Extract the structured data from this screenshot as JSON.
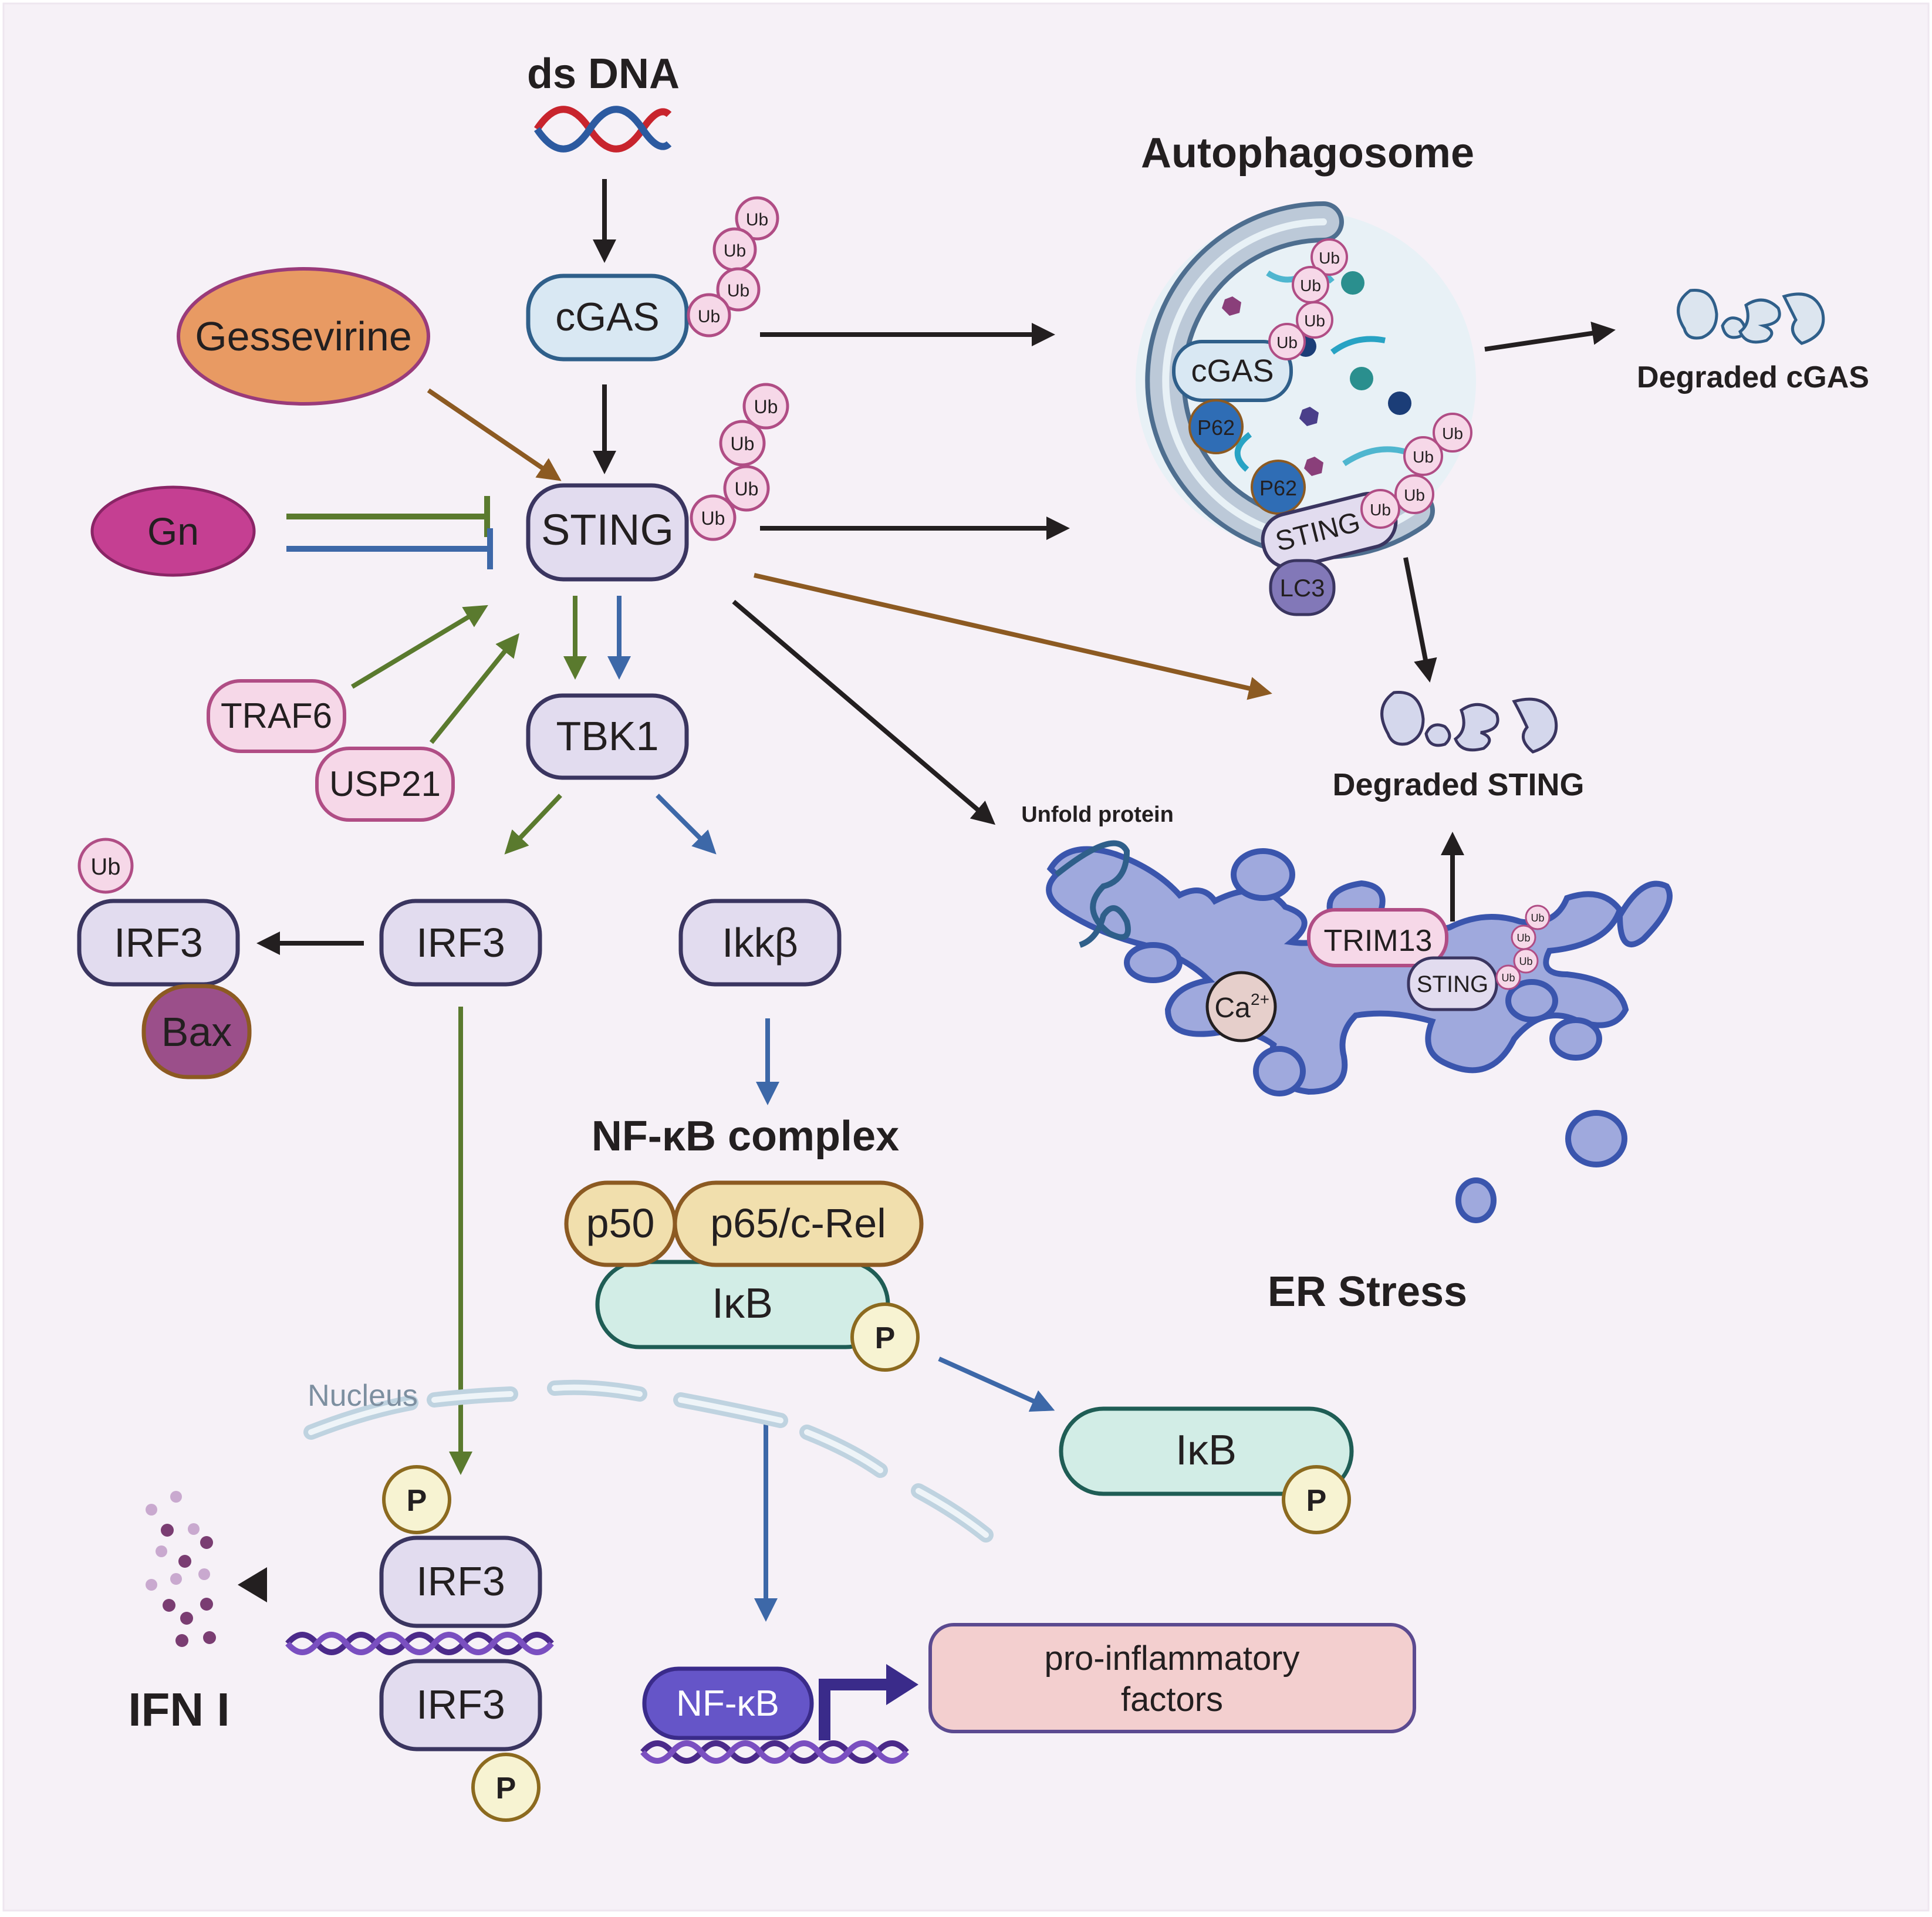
{
  "labels": {
    "ds_dna": "ds DNA",
    "autophagosome": "Autophagosome",
    "degraded_cgas": "Degraded cGAS",
    "degraded_sting": "Degraded  STING",
    "unfold_protein": "Unfold protein",
    "er_stress": "ER Stress",
    "nfkb_complex": "NF-κB complex",
    "nucleus": "Nucleus",
    "ifn": "IFN I"
  },
  "nodes": {
    "cgas": "cGAS",
    "sting": "STING",
    "tbk1": "TBK1",
    "gessevirine": "Gessevirine",
    "gn": "Gn",
    "traf6": "TRAF6",
    "usp21": "USP21",
    "irf3": "IRF3",
    "bax": "Bax",
    "ikkb": "Ikkβ",
    "p50": "p50",
    "p65": "p65/c-Rel",
    "ikb": "IκB",
    "p": "P",
    "ub": "Ub",
    "nfkb": "NF-κB",
    "pro_inflammatory_line1": "pro-inflammatory",
    "pro_inflammatory_line2": "factors"
  },
  "autophagosome_contents": {
    "cgas": "cGAS",
    "p62": "P62",
    "sting": "STING",
    "lc3": "LC3"
  },
  "er": {
    "trim13": "TRIM13",
    "sting": "STING",
    "ca": "Ca",
    "ca_charge": "2+"
  },
  "colors": {
    "background": "#f6f1f7",
    "black_arrow": "#231f20",
    "green_arrow": "#5a7a2e",
    "blue_arrow": "#3d68a8",
    "brown_arrow": "#8c5a22",
    "lavender_fill": "#e2dcef",
    "lavender_stroke": "#3a3560",
    "pink_fill": "#f6d8e8",
    "pink_stroke": "#b04d85",
    "gessevirine": "#e89a63",
    "gn": "#c53f92",
    "bax": "#9b4f8a",
    "nfkb_gold": "#f1dfad",
    "ikb_teal": "#d2ede6",
    "p_yellow": "#f7f3d2",
    "pro_inflam": "#f3cfcf",
    "nfkb_purple": "#6555c8",
    "er_blue": "#9fa9dd",
    "er_stroke": "#3a55ad"
  }
}
